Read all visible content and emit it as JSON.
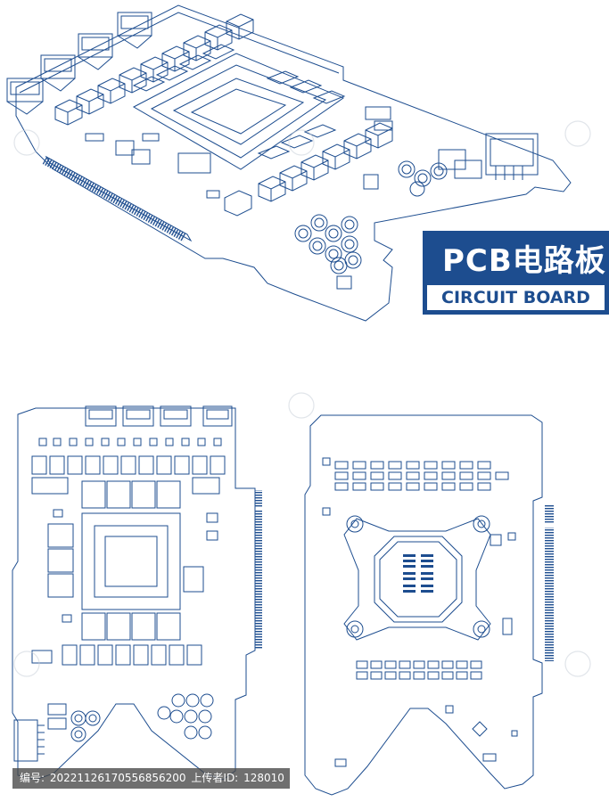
{
  "title_badge": {
    "main": "PCB电路板",
    "sub": "CIRCUIT BOARD"
  },
  "footer": {
    "id_label": "编号:",
    "id_value": "20221126170556856200",
    "uploader_label": "上传者ID:",
    "uploader_value": "128010"
  },
  "colors": {
    "line": "#1d4d8f",
    "badge_bg": "#1d4d8f",
    "background": "#ffffff",
    "footer_bg": "#464646"
  },
  "icons": [
    "pcb-isometric-board",
    "pcb-front-view-board",
    "pcb-back-view-board",
    "watermark-logo"
  ]
}
